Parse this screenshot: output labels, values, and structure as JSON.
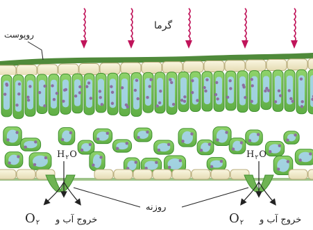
{
  "labels": {
    "heat": "گرما",
    "cuticle": "روپوست",
    "stomata": "روزنه",
    "water_left": {
      "pre": "H",
      "sub": "۲",
      "post": "O"
    },
    "water_right": {
      "pre": "H",
      "sub": "۲",
      "post": "O"
    },
    "exit_left": "خروج آب و",
    "exit_right": "خروج آب و",
    "oxygen_left": {
      "pre": "O",
      "sub": "۲"
    },
    "oxygen_right": {
      "pre": "O",
      "sub": "۲"
    }
  },
  "colors": {
    "heat_arrow": "#c0145a",
    "epidermis": "#f2ecce",
    "cell_green": "#7cc85a",
    "cell_outline": "#3f8f2e",
    "vacuole": "#a6d4ee",
    "cuticle": "#4f8a3a",
    "air_space": "#ffffff"
  }
}
